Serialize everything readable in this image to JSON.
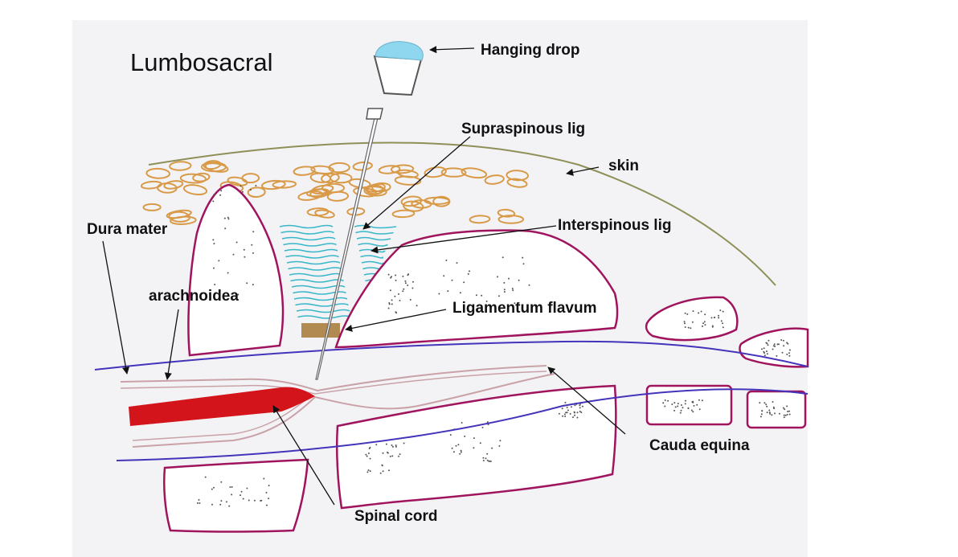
{
  "title": "Lumbosacral",
  "labels": {
    "hanging_drop": "Hanging drop",
    "supraspinous_lig": "Supraspinous lig",
    "skin": "skin",
    "interspinous_lig": "Interspinous lig",
    "dura_mater": "Dura mater",
    "arachnoidea": "arachnoidea",
    "ligamentum_flavum": "Ligamentum flavum",
    "cauda_equina": "Cauda equina",
    "spinal_cord": "Spinal cord"
  },
  "colors": {
    "background": "#f3f3f6",
    "bone_outline": "#a0145e",
    "dura_line": "#4433bb",
    "arachnoid_line": "#c9a2a8",
    "spinal_cord": "#d4141b",
    "fat_cells": "#d99a48",
    "interspinous": "#39b7c9",
    "skin_line": "#8f8f58",
    "hanging_drop": "#8fd7ee"
  }
}
